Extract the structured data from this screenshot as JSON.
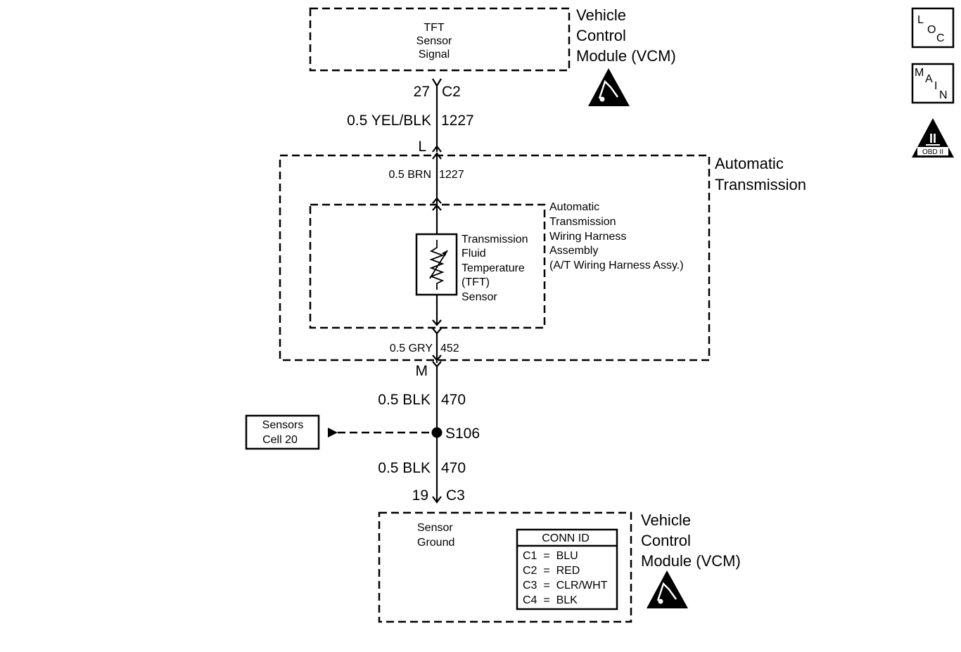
{
  "vcm_top": {
    "circuit_lines": [
      "TFT",
      "Sensor",
      "Signal"
    ],
    "module_lines": [
      "Vehicle",
      "Control",
      "Module (VCM)"
    ]
  },
  "connector_c2": {
    "pin": "27",
    "id": "C2"
  },
  "wire_1227_upper": {
    "size_color": "0.5 YEL/BLK",
    "circuit": "1227"
  },
  "connector_l": {
    "id": "L"
  },
  "transmission": {
    "lines": [
      "Automatic",
      "Transmission"
    ]
  },
  "wire_1227_inner": {
    "size_color": "0.5 BRN",
    "circuit": "1227"
  },
  "harness": {
    "lines": [
      "Automatic",
      "Transmission",
      "Wiring Harness",
      "Assembly",
      "(A/T Wiring Harness Assy.)"
    ]
  },
  "tft_sensor": {
    "lines": [
      "Transmission",
      "Fluid",
      "Temperature",
      "(TFT)",
      "Sensor"
    ]
  },
  "wire_452": {
    "size_color": "0.5 GRY",
    "circuit": "452"
  },
  "connector_m": {
    "id": "M"
  },
  "wire_470_upper": {
    "size_color": "0.5 BLK",
    "circuit": "470"
  },
  "splice": {
    "id": "S106"
  },
  "ref_box": {
    "lines": [
      "Sensors",
      "Cell 20"
    ]
  },
  "wire_470_lower": {
    "size_color": "0.5 BLK",
    "circuit": "470"
  },
  "connector_c3": {
    "pin": "19",
    "id": "C3"
  },
  "vcm_bottom": {
    "circuit_lines": [
      "Sensor",
      "Ground"
    ],
    "module_lines": [
      "Vehicle",
      "Control",
      "Module (VCM)"
    ]
  },
  "conn_id": {
    "title": "CONN ID",
    "rows": [
      "C1  =  BLU",
      "C2  =  RED",
      "C3  =  CLR/WHT",
      "C4  =  BLK"
    ]
  },
  "side_icons": {
    "loc": [
      "L",
      "O",
      "C"
    ],
    "main": [
      "M",
      "A",
      "I",
      "N"
    ],
    "obd_numeral": "II",
    "obd_label": "OBD II"
  }
}
